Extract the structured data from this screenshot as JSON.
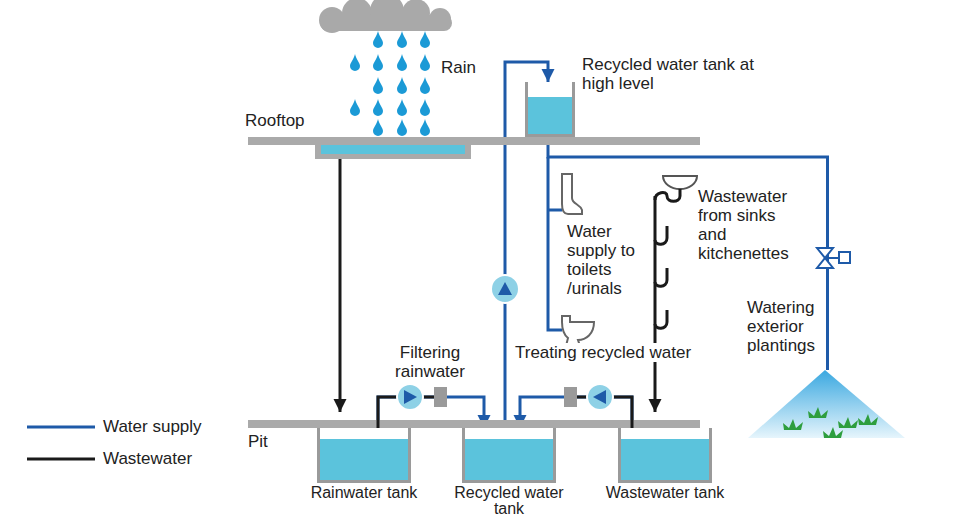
{
  "diagram": {
    "nodes": [
      {
        "text": [
          "Recycled water tank at high level"
        ]
      },
      {
        "text": [
          "Rainwater tank"
        ]
      },
      {
        "text": [
          "Recycled water tank"
        ]
      },
      {
        "text": [
          "Wastewater tank"
        ]
      },
      {
        "text": [
          "Watering exterior plantings"
        ]
      }
    ],
    "edges": [
      {
        "from": 1,
        "to": 2,
        "arrow": "to"
      },
      {
        "from": 3,
        "to": 2,
        "arrow": "to"
      },
      {
        "from": 2,
        "to": 0,
        "arrow": "to"
      },
      {
        "from": 0,
        "to": 4,
        "arrow": "none"
      }
    ],
    "labels": [
      "Rain",
      "Rooftop",
      "Filtering rainwater",
      "Treating recycled water",
      "Water supply to toilets /urinals",
      "Wastewater from sinks and kitchenettes",
      "Pit"
    ],
    "legend": [
      {
        "text": "Water supply"
      },
      {
        "text": "Wastewater"
      }
    ]
  }
}
